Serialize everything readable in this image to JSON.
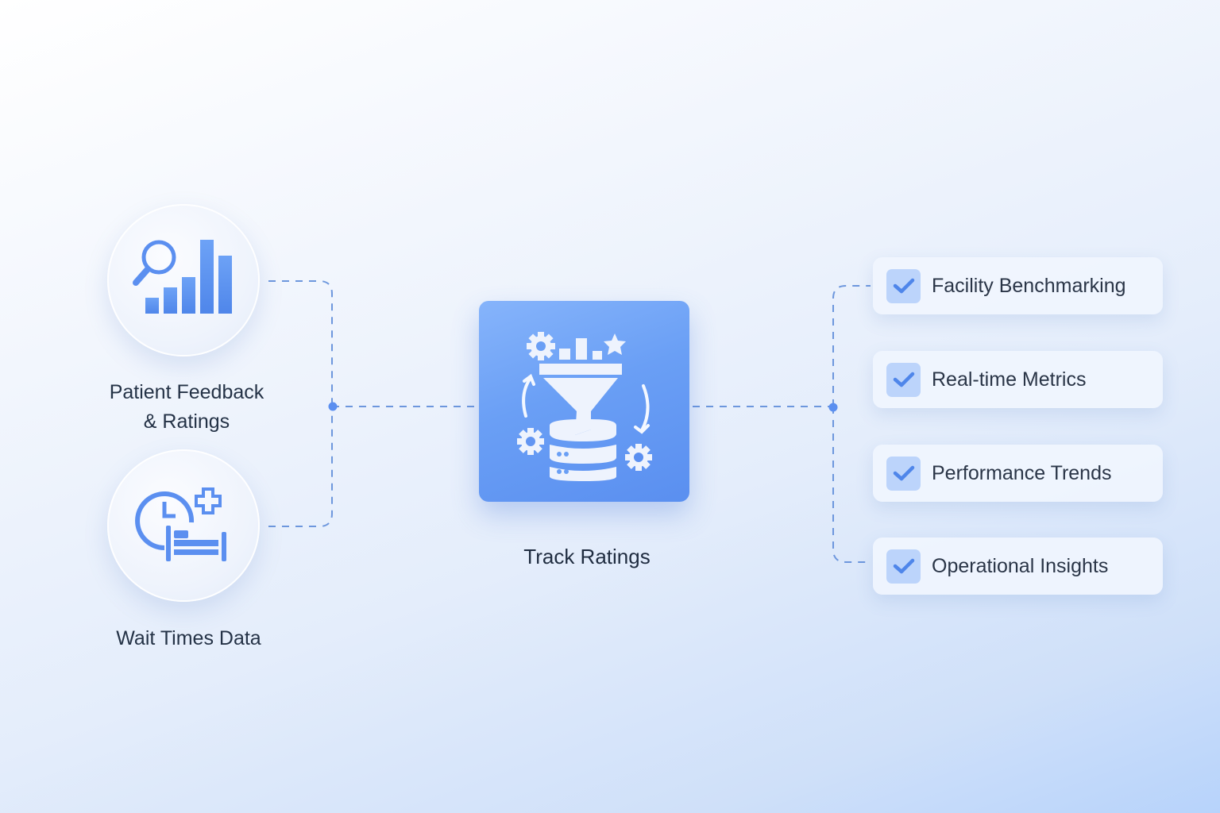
{
  "colors": {
    "accent": "#5b8ff0",
    "accent_light": "#86b4fb",
    "connector": "#6d97dd",
    "check_bg": "#bcd4fb",
    "text": "#243246"
  },
  "sources": [
    {
      "label_line1": "Patient Feedback",
      "label_line2": "& Ratings",
      "icon": "magnifier-bar-chart-icon"
    },
    {
      "label_line1": "Wait Times Data",
      "label_line2": "",
      "icon": "clock-hospital-bed-icon"
    }
  ],
  "center": {
    "label": "Track Ratings",
    "icon": "funnel-database-gears-icon"
  },
  "outputs": [
    {
      "label": "Facility Benchmarking",
      "icon": "check-icon"
    },
    {
      "label": "Real-time Metrics",
      "icon": "check-icon"
    },
    {
      "label": "Performance Trends",
      "icon": "check-icon"
    },
    {
      "label": "Operational Insights",
      "icon": "check-icon"
    }
  ]
}
